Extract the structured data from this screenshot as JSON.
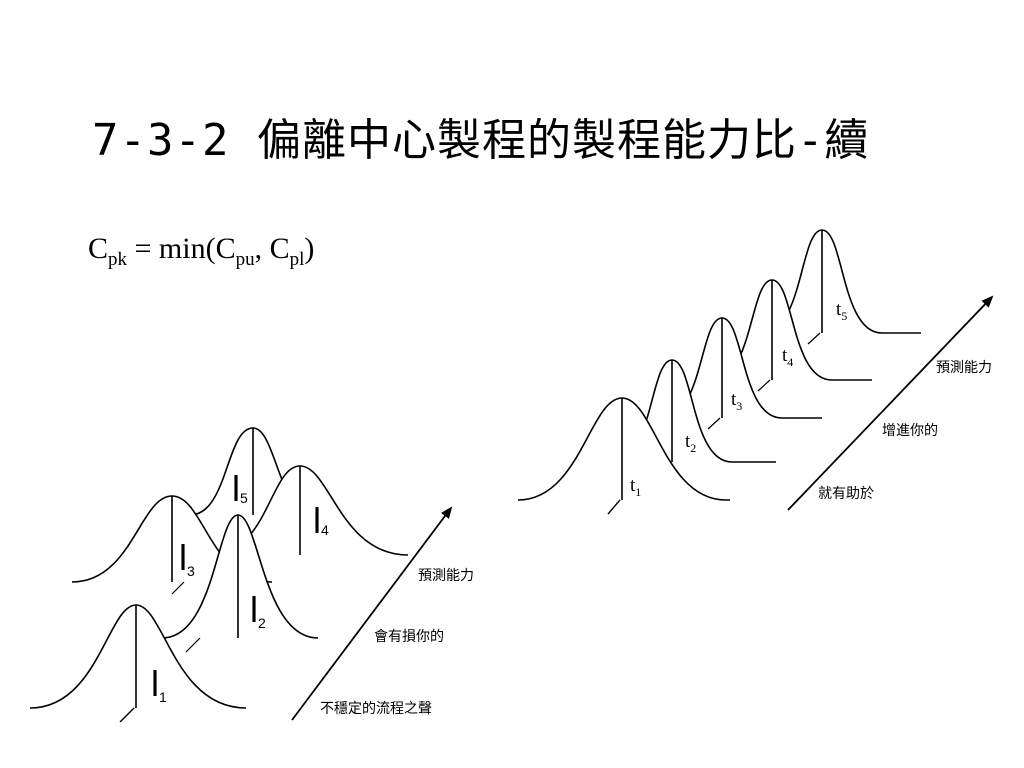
{
  "title": "7-3-2 偏離中心製程的製程能力比-續",
  "formula": {
    "c1": "C",
    "s1": "pk",
    "mid": " = min(",
    "c2": "C",
    "s2": "pu",
    "comma": ", ",
    "c3": "C",
    "s3": "pl",
    "end": ")"
  },
  "right_diagram": {
    "labels": [
      {
        "main": "t",
        "sub": "1"
      },
      {
        "main": "t",
        "sub": "2"
      },
      {
        "main": "t",
        "sub": "3"
      },
      {
        "main": "t",
        "sub": "4"
      },
      {
        "main": "t",
        "sub": "5"
      }
    ],
    "arrow_text": [
      "預測能力",
      "增進你的",
      "就有助於"
    ]
  },
  "left_diagram": {
    "labels": [
      {
        "main": "l",
        "sub": "1"
      },
      {
        "main": "l",
        "sub": "2"
      },
      {
        "main": "l",
        "sub": "3"
      },
      {
        "main": "l",
        "sub": "4"
      },
      {
        "main": "l",
        "sub": "5"
      }
    ],
    "arrow_text": [
      "預測能力",
      "會有損你的",
      "不穩定的流程之聲"
    ]
  }
}
